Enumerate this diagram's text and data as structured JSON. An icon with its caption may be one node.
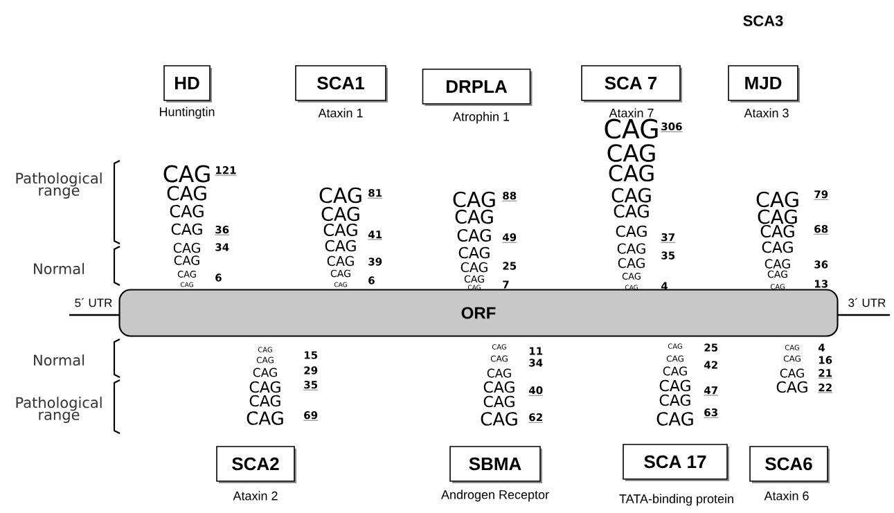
{
  "diagram": {
    "nodes": [
      {
        "text": [
          "HD"
        ],
        "beside": [
          "Huntingtin"
        ]
      },
      {
        "text": [
          "SCA1"
        ],
        "beside": [
          "Ataxin 1"
        ]
      },
      {
        "text": [
          "DRPLA"
        ],
        "beside": [
          "Atrophin 1"
        ]
      },
      {
        "text": [
          "SCA 7"
        ],
        "beside": [
          "Ataxin 7"
        ]
      },
      {
        "text": [
          "SCA3",
          "MJD"
        ],
        "beside": [
          "Ataxin 3"
        ]
      },
      {
        "text": [
          "ORF"
        ]
      },
      {
        "text": [
          "SCA2"
        ],
        "beside": [
          "Ataxin 2"
        ]
      },
      {
        "text": [
          "SBMA"
        ],
        "beside": [
          "Androgen Receptor"
        ]
      },
      {
        "text": [
          "SCA 17"
        ],
        "beside": [
          "TATA-binding protein"
        ]
      },
      {
        "text": [
          "SCA6"
        ],
        "beside": [
          "Ataxin 6"
        ]
      }
    ],
    "labels": [
      "Pathological range",
      "Normal",
      "5´ UTR",
      "3´ UTR",
      "Normal",
      "Pathological range",
      "CAG",
      "CAG",
      "CAG",
      "CAG",
      "CAG",
      "CAG",
      "CAG",
      "CAG",
      "121",
      "36",
      "34",
      "6",
      "CAG",
      "CAG",
      "CAG",
      "CAG",
      "CAG",
      "CAG",
      "CAG",
      "81",
      "41",
      "39",
      "6",
      "CAG",
      "CAG",
      "CAG",
      "CAG",
      "CAG",
      "CAG",
      "CAG",
      "88",
      "49",
      "25",
      "7",
      "CAG",
      "CAG",
      "CAG",
      "CAG",
      "CAG",
      "CAG",
      "CAG",
      "CAG",
      "CAG",
      "CAG",
      "306",
      "37",
      "35",
      "4",
      "CAG",
      "CAG",
      "CAG",
      "CAG",
      "CAG",
      "CAG",
      "CAG",
      "79",
      "68",
      "36",
      "13",
      "CAG",
      "CAG",
      "CAG",
      "CAG",
      "CAG",
      "CAG",
      "15",
      "29",
      "35",
      "69",
      "CAG",
      "CAG",
      "CAG",
      "CAG",
      "CAG",
      "CAG",
      "11",
      "34",
      "40",
      "62",
      "CAG",
      "CAG",
      "CAG",
      "CAG",
      "CAG",
      "CAG",
      "25",
      "42",
      "47",
      "63",
      "CAG",
      "CAG",
      "CAG",
      "CAG",
      "4",
      "16",
      "21",
      "22"
    ]
  }
}
